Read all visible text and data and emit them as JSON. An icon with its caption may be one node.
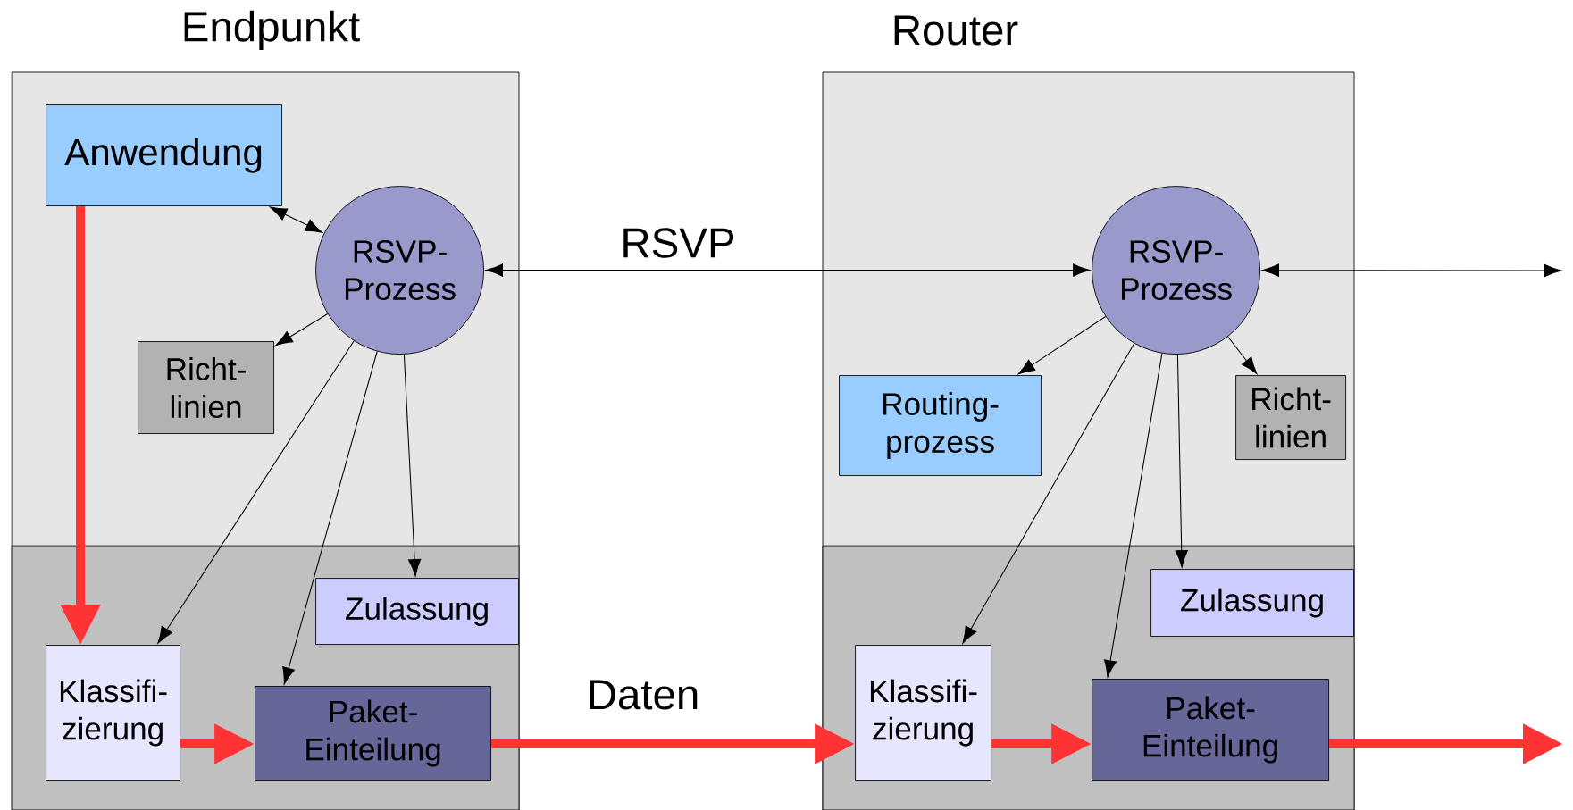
{
  "diagram": {
    "nodes": [
      {
        "text": [
          "Endpunkt"
        ]
      },
      {
        "text": [
          "Anwendung"
        ],
        "in": 0
      },
      {
        "text": [
          "RSVP- Prozess"
        ],
        "in": 0
      },
      {
        "text": [
          "Richt- linien"
        ],
        "in": 0
      },
      {
        "text": [
          "Zulassung"
        ],
        "in": 0
      },
      {
        "text": [
          "Klassifi- zierung"
        ],
        "in": 0
      },
      {
        "text": [
          "Paket- Einteilung"
        ],
        "in": 0
      },
      {
        "text": [
          "Router"
        ]
      },
      {
        "text": [
          "RSVP- Prozess"
        ],
        "in": 7
      },
      {
        "text": [
          "Routing- prozess"
        ],
        "in": 7
      },
      {
        "text": [
          "Richt- linien"
        ],
        "in": 7
      },
      {
        "text": [
          "Zulassung"
        ],
        "in": 7
      },
      {
        "text": [
          "Klassifi- zierung"
        ],
        "in": 7
      },
      {
        "text": [
          "Paket- Einteilung"
        ],
        "in": 7
      }
    ],
    "edges": [
      {
        "from": 1,
        "to": 2,
        "arrow": "both"
      },
      {
        "from": 2,
        "to": 3,
        "arrow": "to"
      },
      {
        "from": 2,
        "to": 5,
        "arrow": "to"
      },
      {
        "from": 2,
        "to": 6,
        "arrow": "to"
      },
      {
        "from": 2,
        "to": 4,
        "arrow": "to"
      },
      {
        "from": 1,
        "to": 5,
        "arrow": "to",
        "style": "thick",
        "color": "#ff3333"
      },
      {
        "from": 5,
        "to": 6,
        "arrow": "to",
        "style": "thick",
        "color": "#ff3333"
      },
      {
        "from": 6,
        "to": 12,
        "arrow": "to",
        "label": "Daten",
        "style": "thick",
        "color": "#ff3333"
      },
      {
        "from": 2,
        "to": 8,
        "arrow": "both",
        "label": "RSVP"
      },
      {
        "from": 8,
        "to": null,
        "arrow": "both"
      },
      {
        "from": 8,
        "to": 9,
        "arrow": "to"
      },
      {
        "from": 8,
        "to": 10,
        "arrow": "to"
      },
      {
        "from": 8,
        "to": 12,
        "arrow": "to"
      },
      {
        "from": 8,
        "to": 13,
        "arrow": "to"
      },
      {
        "from": 8,
        "to": 11,
        "arrow": "to"
      },
      {
        "from": 12,
        "to": 13,
        "arrow": "to",
        "style": "thick",
        "color": "#ff3333"
      },
      {
        "from": 13,
        "to": null,
        "arrow": "to",
        "style": "thick",
        "color": "#ff3333"
      }
    ]
  }
}
